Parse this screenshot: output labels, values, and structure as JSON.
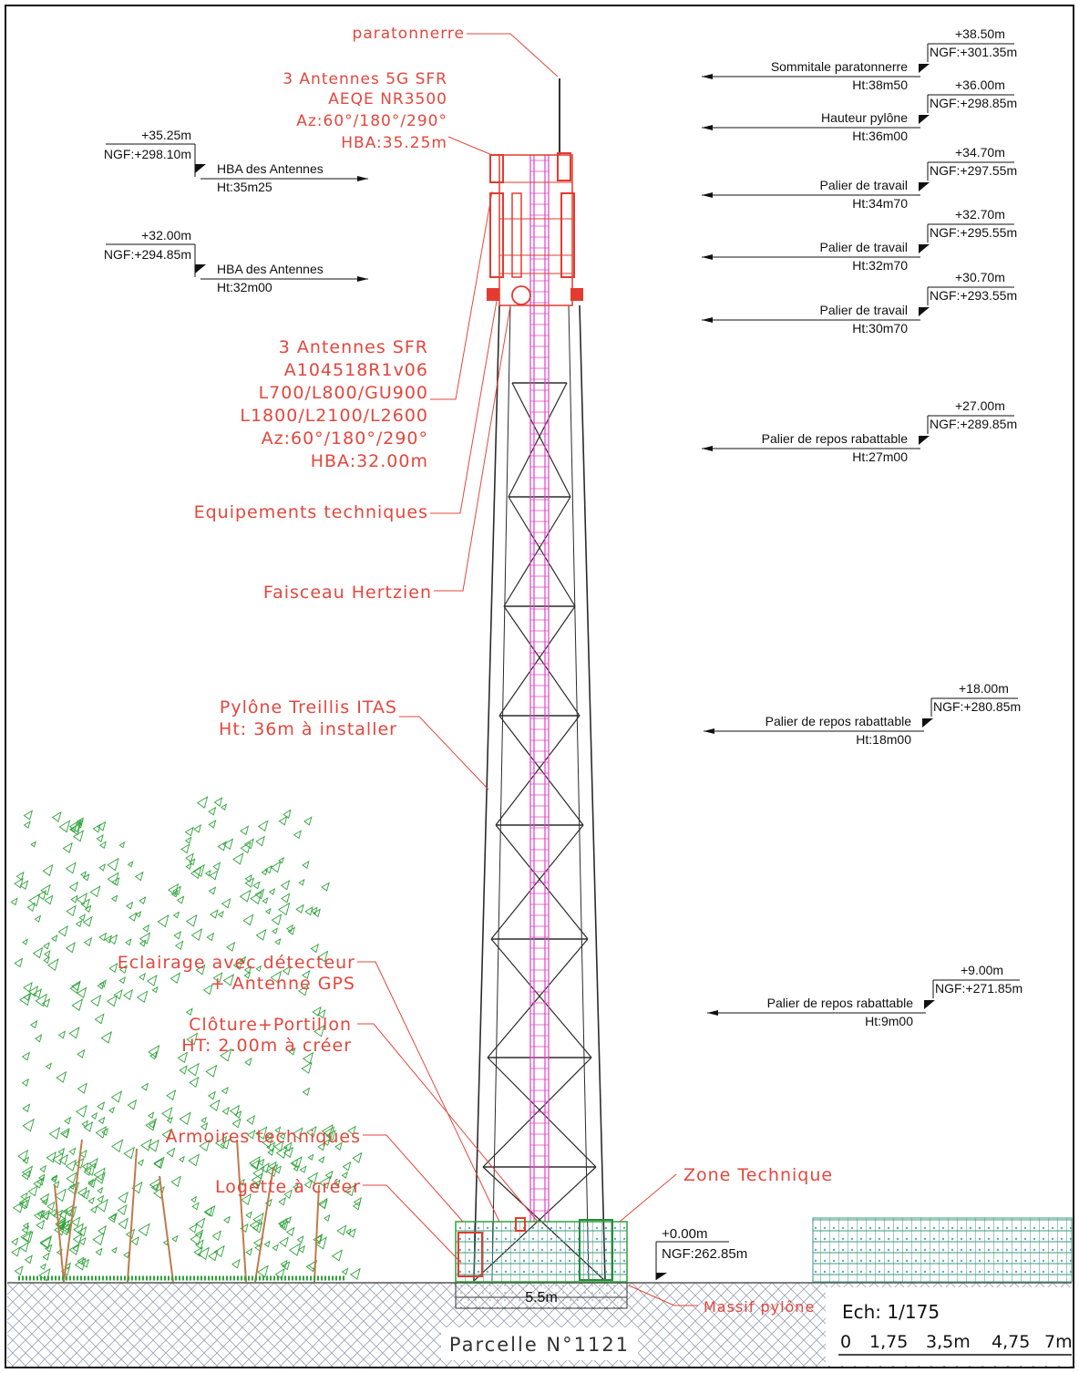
{
  "colors": {
    "annotation": "#e3473d",
    "tower": "#2b2b2b",
    "ladder": "#e040c8",
    "antenna": "#e33b2f",
    "foliage": "#2fa33a",
    "ground": "#9aa3b8",
    "ink": "#111111"
  },
  "annotations": {
    "paratonnerre": "paratonnerre",
    "antennes_5g": [
      "3 Antennes 5G SFR",
      "AEQE NR3500",
      "Az:60°/180°/290°",
      "HBA:35.25m"
    ],
    "antennes_sfr": [
      "3 Antennes SFR",
      "A104518R1v06",
      "L700/L800/GU900",
      "L1800/L2100/L2600",
      "Az:60°/180°/290°",
      "HBA:32.00m"
    ],
    "equipements": "Equipements techniques",
    "faisceau": "Faisceau Hertzien",
    "pylone": [
      "Pylône Treillis ITAS",
      "Ht: 36m à installer"
    ],
    "eclairage": [
      "Eclairage avec détecteur",
      "+ Antenne GPS"
    ],
    "cloture": [
      "Clôture+Portillon",
      "HT: 2.00m à créer"
    ],
    "armoires": "Armoires techniques",
    "logette": "Logette à créer",
    "zone": "Zone Technique",
    "massif": "Massif pylône",
    "width": "5.5m"
  },
  "levels_left": [
    {
      "elev": "+35.25m",
      "ngf": "NGF:+298.10m",
      "label": "HBA des Antennes",
      "ht": "Ht:35m25"
    },
    {
      "elev": "+32.00m",
      "ngf": "NGF:+294.85m",
      "label": "HBA des Antennes",
      "ht": "Ht:32m00"
    }
  ],
  "levels_right": [
    {
      "elev": "+38.50m",
      "ngf": "NGF:+301.35m",
      "label": "Sommitale paratonnerre",
      "ht": "Ht:38m50"
    },
    {
      "elev": "+36.00m",
      "ngf": "NGF:+298.85m",
      "label": "Hauteur pylône",
      "ht": "Ht:36m00"
    },
    {
      "elev": "+34.70m",
      "ngf": "NGF:+297.55m",
      "label": "Palier de travail",
      "ht": "Ht:34m70"
    },
    {
      "elev": "+32.70m",
      "ngf": "NGF:+295.55m",
      "label": "Palier de travail",
      "ht": "Ht:32m70"
    },
    {
      "elev": "+30.70m",
      "ngf": "NGF:+293.55m",
      "label": "Palier de travail",
      "ht": "Ht:30m70"
    },
    {
      "elev": "+27.00m",
      "ngf": "NGF:+289.85m",
      "label": "Palier de repos rabattable",
      "ht": "Ht:27m00"
    },
    {
      "elev": "+18.00m",
      "ngf": "NGF:+280.85m",
      "label": "Palier de repos rabattable",
      "ht": "Ht:18m00"
    },
    {
      "elev": "+9.00m",
      "ngf": "NGF:+271.85m",
      "label": "Palier de repos rabattable",
      "ht": "Ht:9m00"
    }
  ],
  "ground_level": {
    "elev": "+0.00m",
    "ngf": "NGF:262.85m"
  },
  "parcel": "Parcelle N°1121",
  "scale": {
    "title": "Ech: 1/175",
    "ticks": [
      "0",
      "1,75",
      "3,5m",
      "4,75",
      "7m"
    ]
  }
}
